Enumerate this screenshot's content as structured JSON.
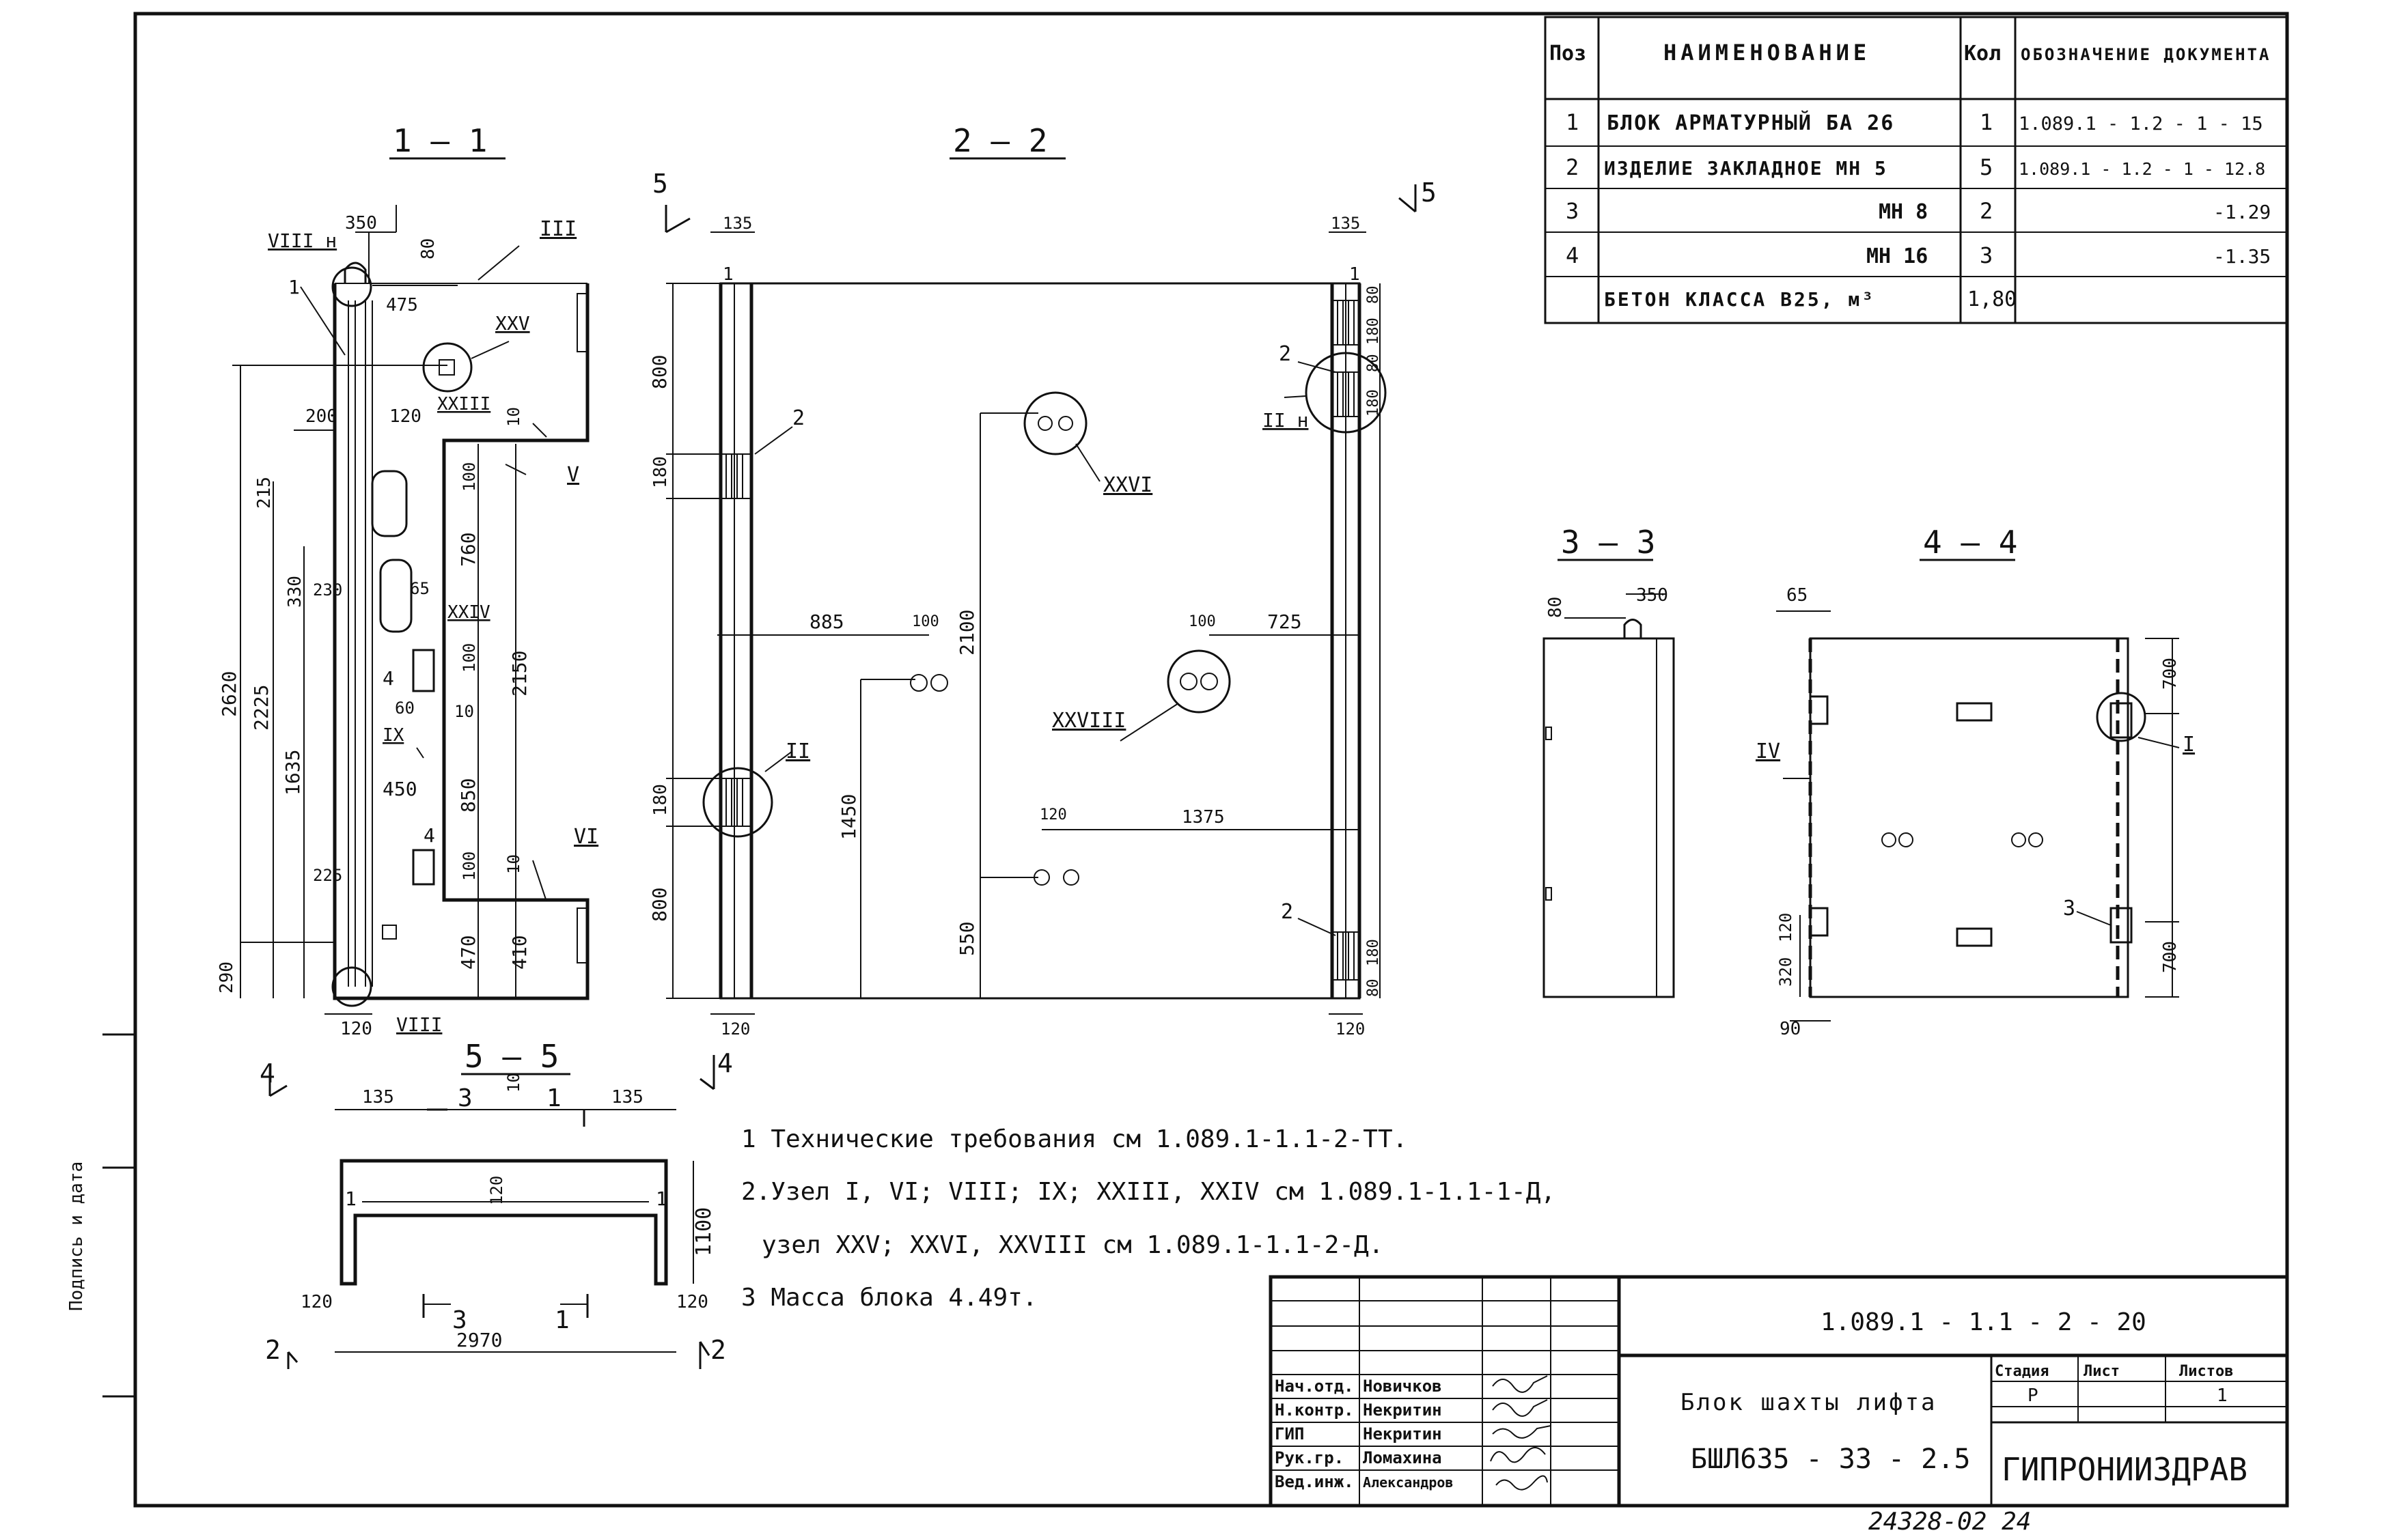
{
  "spec_table": {
    "headers": {
      "pos": "Поз",
      "name": "НАИМЕНОВАНИЕ",
      "qty": "Кол",
      "doc": "ОБОЗНАЧЕНИЕ ДОКУМЕНТА"
    },
    "rows": [
      {
        "pos": "1",
        "name": "БЛОК АРМАТУРНЫЙ БА 26",
        "qty": "1",
        "doc": "1.089.1 - 1.2 - 1 - 15"
      },
      {
        "pos": "2",
        "name": "ИЗДЕЛИЕ ЗАКЛАДНОЕ МН 5",
        "qty": "5",
        "doc": "1.089.1 - 1.2 - 1 - 12.8"
      },
      {
        "pos": "3",
        "name": "МН 8",
        "qty": "2",
        "doc": "-1.29"
      },
      {
        "pos": "4",
        "name": "МН 16",
        "qty": "3",
        "doc": "-1.35"
      },
      {
        "pos": "",
        "name": "БЕТОН КЛАССА В25, м³",
        "qty": "1,80",
        "doc": ""
      }
    ]
  },
  "sections": {
    "s11": {
      "title": "1 — 1",
      "dims": [
        "350",
        "80",
        "475",
        "200",
        "120",
        "215",
        "330",
        "230",
        "65",
        "2620",
        "2225",
        "1635",
        "60",
        "450",
        "225",
        "290",
        "120",
        "760",
        "100",
        "100",
        "2150",
        "10",
        "10",
        "850",
        "10",
        "470",
        "410",
        "100",
        "10"
      ],
      "nodes": [
        "VIII н",
        "III",
        "XXV",
        "XXIII",
        "V",
        "XXIV",
        "IX",
        "VI",
        "VIII"
      ],
      "marks": [
        "1",
        "4",
        "4"
      ]
    },
    "s22": {
      "title": "2 — 2",
      "cut_left": "5",
      "cut_right": "5",
      "dims": [
        "135",
        "135",
        "800",
        "180",
        "180",
        "800",
        "885",
        "100",
        "2100",
        "1450",
        "100",
        "725",
        "120",
        "1375",
        "550",
        "180",
        "80",
        "180",
        "80",
        "80",
        "180",
        "120",
        "120"
      ],
      "nodes": [
        "XXVI",
        "XXVIII",
        "II",
        "II н"
      ],
      "marks": [
        "1",
        "1",
        "2",
        "2",
        "2"
      ]
    },
    "s33": {
      "title": "3 — 3",
      "dims": [
        "80",
        "350"
      ]
    },
    "s44": {
      "title": "4 — 4",
      "dims": [
        "65",
        "700",
        "700",
        "320",
        "120",
        "90"
      ],
      "nodes": [
        "IV",
        "I"
      ],
      "marks": [
        "3"
      ]
    },
    "s55": {
      "title": "5 — 5",
      "cut_left": "4",
      "cut_right": "4",
      "cut_bl": "2",
      "cut_br": "2",
      "dims": [
        "135",
        "3",
        "1",
        "135",
        "120",
        "1100",
        "120",
        "120",
        "3",
        "1",
        "2970"
      ],
      "marks": [
        "1",
        "1"
      ]
    }
  },
  "notes": [
    "1 Технические требования см 1.089.1-1.1-2-ТТ.",
    "2.Узел I, VI; VIII; IX; XXIII, XXIV см 1.089.1-1.1-1-Д,",
    "узел XXV; XXVI, XXVIII см 1.089.1-1.1-2-Д.",
    "3 Масса блока  4.49т."
  ],
  "title_block": {
    "code": "1.089.1 - 1.1 - 2 - 20",
    "name": "Блок шахты лифта",
    "mark": "БШЛ6З5 - 33 - 2.5",
    "stage_header": "Стадия",
    "sheet_header": "Лист",
    "sheets_header": "Листов",
    "stage": "Р",
    "sheets": "1",
    "org": "ГИПРОНИИЗДРАВ",
    "people": [
      {
        "role": "Нач.отд.",
        "name": "Новичков"
      },
      {
        "role": "Н.контр.",
        "name": "Некритин"
      },
      {
        "role": "ГИП",
        "name": "Некритин"
      },
      {
        "role": "Рук.гр.",
        "name": "Ломахина"
      },
      {
        "role": "Вед.инж.",
        "name": "Александров"
      }
    ]
  },
  "side_label": "Подпись и дата",
  "footer": "24328-02  24"
}
